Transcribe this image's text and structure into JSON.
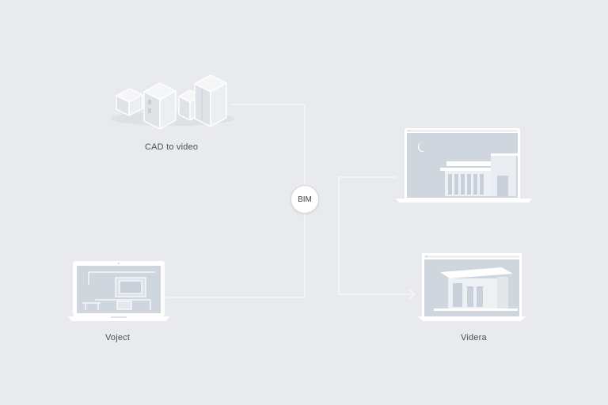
{
  "labels": {
    "cad_to_video": "CAD to video",
    "voject": "Voject",
    "videra": "Videra",
    "bim": "BIM"
  },
  "colors": {
    "background": "#e8eaed",
    "line": "#ffffff",
    "outline": "#ffffff",
    "fill_light": "#f3f5f7",
    "fill_mid": "#d8dde3",
    "screen": "#cfd6de",
    "text": "#4a4f57"
  }
}
